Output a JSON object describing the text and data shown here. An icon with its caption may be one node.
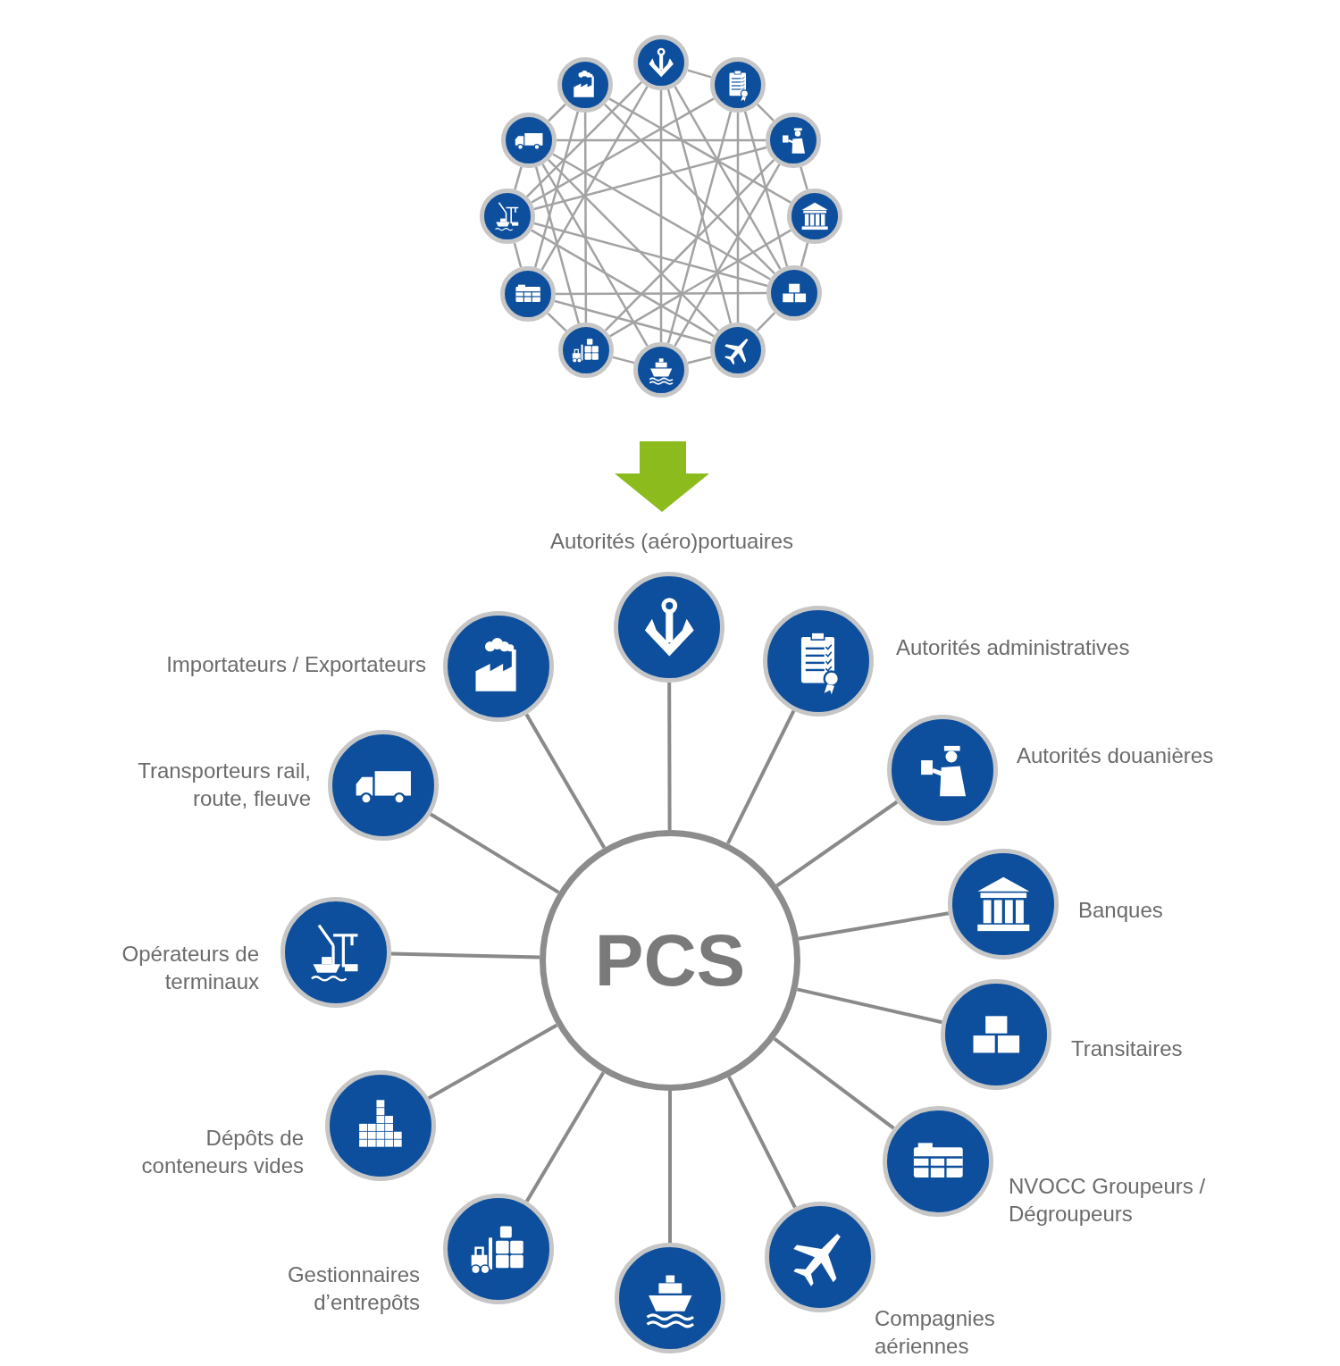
{
  "diagram": {
    "nodes": [
      {
        "text": [],
        "shape": "circle"
      },
      {
        "text": [],
        "shape": "circle"
      },
      {
        "text": [],
        "shape": "circle"
      },
      {
        "text": [],
        "shape": "circle"
      },
      {
        "text": [],
        "shape": "circle"
      },
      {
        "text": [],
        "shape": "circle"
      },
      {
        "text": [],
        "shape": "circle"
      },
      {
        "text": [],
        "shape": "circle"
      },
      {
        "text": [],
        "shape": "circle"
      },
      {
        "text": [],
        "shape": "circle"
      },
      {
        "text": [],
        "shape": "circle"
      },
      {
        "text": [],
        "shape": "circle"
      },
      {
        "text": [
          "PCS"
        ]
      },
      {
        "text": [
          "Autorités (aéro)portuaires"
        ]
      },
      {
        "text": [
          "Autorités administratives"
        ]
      },
      {
        "text": [
          "Autorités douanières"
        ]
      },
      {
        "text": [
          "Banques"
        ]
      },
      {
        "text": [
          "Transitaires"
        ]
      },
      {
        "text": [
          "NVOCC Groupeurs / Dégroupeurs"
        ]
      },
      {
        "text": [
          "Compagnies aériennes"
        ]
      },
      {
        "text": [],
        "shape": "circle"
      },
      {
        "text": [
          "Gestionnaires d’entrepôts"
        ]
      },
      {
        "text": [
          "Dépôts de conteneurs vides"
        ]
      },
      {
        "text": [
          "Opérateurs de terminaux"
        ]
      },
      {
        "text": [
          "Transporteurs rail, route, fleuve"
        ]
      },
      {
        "text": [
          "Importateurs / Exportateurs"
        ]
      }
    ],
    "edges": [
      {
        "from": 0,
        "to": 1,
        "arrow": "none"
      },
      {
        "from": 1,
        "to": 2,
        "arrow": "none"
      },
      {
        "from": 2,
        "to": 3,
        "arrow": "none"
      },
      {
        "from": 3,
        "to": 4,
        "arrow": "none"
      },
      {
        "from": 4,
        "to": 5,
        "arrow": "none"
      },
      {
        "from": 5,
        "to": 6,
        "arrow": "none"
      },
      {
        "from": 6,
        "to": 7,
        "arrow": "none"
      },
      {
        "from": 7,
        "to": 8,
        "arrow": "none"
      },
      {
        "from": 8,
        "to": 9,
        "arrow": "none"
      },
      {
        "from": 9,
        "to": 10,
        "arrow": "none"
      },
      {
        "from": 10,
        "to": 11,
        "arrow": "none"
      },
      {
        "from": 0,
        "to": 6,
        "arrow": "none"
      },
      {
        "from": 10,
        "to": 2,
        "arrow": "none"
      },
      {
        "from": 11,
        "to": 7,
        "arrow": "none"
      },
      {
        "from": 0,
        "to": 4,
        "arrow": "none"
      },
      {
        "from": 0,
        "to": 8,
        "arrow": "none"
      },
      {
        "from": 0,
        "to": 9,
        "arrow": "none"
      },
      {
        "from": 0,
        "to": 5,
        "arrow": "none"
      },
      {
        "from": 1,
        "to": 5,
        "arrow": "none"
      },
      {
        "from": 1,
        "to": 6,
        "arrow": "none"
      },
      {
        "from": 1,
        "to": 9,
        "arrow": "none"
      },
      {
        "from": 1,
        "to": 4,
        "arrow": "none"
      },
      {
        "from": 2,
        "to": 6,
        "arrow": "none"
      },
      {
        "from": 2,
        "to": 7,
        "arrow": "none"
      },
      {
        "from": 2,
        "to": 9,
        "arrow": "none"
      },
      {
        "from": 3,
        "to": 11,
        "arrow": "none"
      },
      {
        "from": 3,
        "to": 7,
        "arrow": "none"
      },
      {
        "from": 4,
        "to": 8,
        "arrow": "none"
      },
      {
        "from": 4,
        "to": 9,
        "arrow": "none"
      },
      {
        "from": 4,
        "to": 10,
        "arrow": "none"
      },
      {
        "from": 5,
        "to": 9,
        "arrow": "none"
      },
      {
        "from": 5,
        "to": 10,
        "arrow": "none"
      },
      {
        "from": 6,
        "to": 10,
        "arrow": "none"
      },
      {
        "from": 7,
        "to": 10,
        "arrow": "none"
      },
      {
        "from": 8,
        "to": 11,
        "arrow": "none"
      },
      {
        "from": 8,
        "to": 5,
        "arrow": "none"
      },
      {
        "from": 11,
        "to": 4,
        "arrow": "none"
      },
      {
        "from": 12,
        "to": 13,
        "arrow": "none"
      },
      {
        "from": 12,
        "to": 14,
        "arrow": "none"
      },
      {
        "from": 12,
        "to": 15,
        "arrow": "none"
      },
      {
        "from": 12,
        "to": 16,
        "arrow": "none"
      },
      {
        "from": 12,
        "to": 17,
        "arrow": "none"
      },
      {
        "from": 12,
        "to": 18,
        "arrow": "none"
      },
      {
        "from": 12,
        "to": 19,
        "arrow": "none"
      },
      {
        "from": 12,
        "to": 20,
        "arrow": "none"
      },
      {
        "from": 12,
        "to": 21,
        "arrow": "none"
      },
      {
        "from": 12,
        "to": 22,
        "arrow": "none"
      },
      {
        "from": 12,
        "to": 23,
        "arrow": "none"
      },
      {
        "from": 12,
        "to": 24,
        "arrow": "none"
      },
      {
        "from": 12,
        "to": 25,
        "arrow": "none"
      }
    ]
  }
}
